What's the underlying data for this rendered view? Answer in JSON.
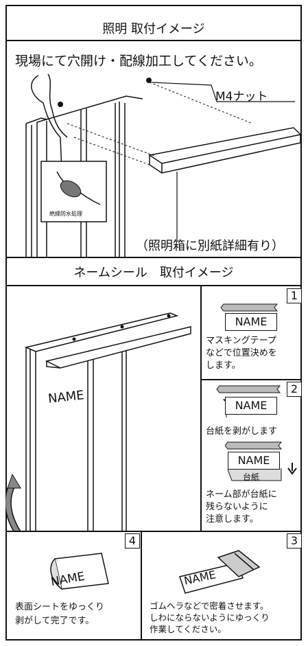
{
  "lighting": {
    "header": "照明 取付イメージ",
    "instruction": "現場にて穴開け・配線加工してください。",
    "nut_label": "M4ナット",
    "inset_label": "絶縁防水処理",
    "box_note": "（照明箱に別紙詳細有り）"
  },
  "name_seal": {
    "header": "ネームシール　取付イメージ",
    "panel_name": "NAME",
    "steps": [
      {
        "number": "1",
        "name_text": "NAME",
        "description": [
          "マスキングテープ",
          "などで位置決めを",
          "します。"
        ]
      },
      {
        "number": "2",
        "name_text": "NAME",
        "description": [
          "台紙を剥がします"
        ],
        "name_text_2": "NAME",
        "backing_label": "台紙",
        "note": [
          "ネーム部が台紙に",
          "残らないように",
          "注意します。"
        ]
      },
      {
        "number": "3",
        "name_text": "NAME",
        "description": [
          "ゴムヘラなどで密着させます。",
          "しわにならないようにゆっくり",
          "作業してください。"
        ]
      },
      {
        "number": "4",
        "name_text": "NAME",
        "description": [
          "表面シートをゆっくり",
          "剥がして完了です。"
        ]
      }
    ]
  }
}
